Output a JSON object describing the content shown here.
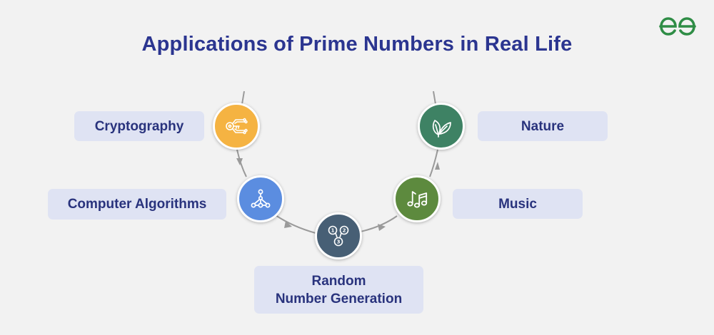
{
  "title": "Applications of Prime Numbers in Real Life",
  "logo": {
    "icon": "gfg-logo-icon",
    "color": "#2f8d46"
  },
  "colors": {
    "title": "#2b3590",
    "label_bg": "#dfe3f3",
    "label_text": "#29337d",
    "connector": "#9a9a9a"
  },
  "items": [
    {
      "label": "Cryptography",
      "icon": "circuit-key-icon",
      "color": "#f5b342"
    },
    {
      "label": "Computer Algorithms",
      "icon": "network-nodes-icon",
      "color": "#5b8de0"
    },
    {
      "label": "Random\nNumber Generation",
      "icon": "numbered-balls-icon",
      "color": "#475f75"
    },
    {
      "label": "Music",
      "icon": "music-notes-icon",
      "color": "#5d8a3e"
    },
    {
      "label": "Nature",
      "icon": "leaves-icon",
      "color": "#3e8264"
    }
  ]
}
